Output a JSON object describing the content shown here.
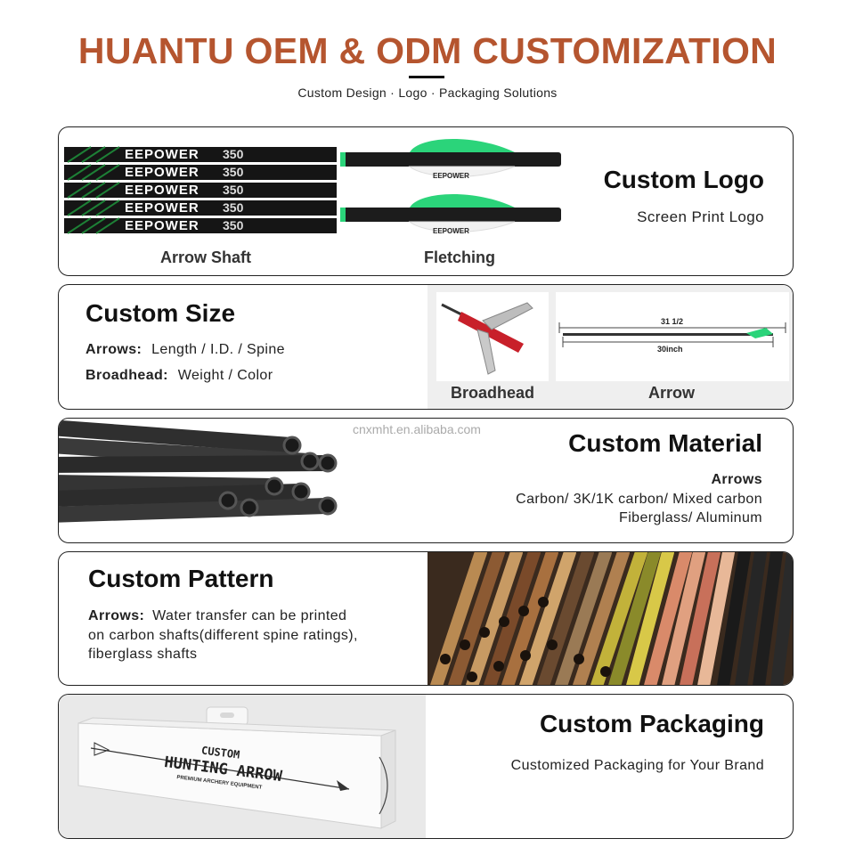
{
  "header": {
    "title": "HUANTU OEM & ODM CUSTOMIZATION",
    "subtitle": "Custom Design · Logo · Packaging Solutions"
  },
  "logo_card": {
    "title": "Custom Logo",
    "desc": "Screen Print Logo",
    "caption_shaft": "Arrow Shaft",
    "caption_fletching": "Fletching",
    "shaft_brand": "EEPOWER",
    "shaft_spine": "350",
    "fletch_brand": "EEPOWER"
  },
  "size_card": {
    "title": "Custom Size",
    "arrows_label": "Arrows:",
    "arrows_text": "Length / I.D. / Spine",
    "broadhead_label": "Broadhead:",
    "broadhead_text": "Weight / Color",
    "caption_broadhead": "Broadhead",
    "caption_arrow": "Arrow",
    "dim_total": "31 1/2",
    "dim_shaft": "30inch"
  },
  "material_card": {
    "title": "Custom Material",
    "subtitle": "Arrows",
    "line1": "Carbon/ 3K/1K carbon/ Mixed carbon",
    "line2": "Fiberglass/ Aluminum",
    "watermark": "cnxmht.en.alibaba.com"
  },
  "pattern_card": {
    "title": "Custom Pattern",
    "arrows_label": "Arrows:",
    "line1": "Water transfer can be printed",
    "line2": "on carbon shafts(different spine ratings),",
    "line3": "fiberglass shafts"
  },
  "packaging_card": {
    "title": "Custom Packaging",
    "desc": "Customized Packaging for Your Brand",
    "box_line1": "CUSTOM",
    "box_line2": "HUNTING ARROW",
    "box_line3": "PREMIUM ARCHERY EQUIPMENT"
  },
  "colors": {
    "title": "#b5552f",
    "text": "#111111",
    "border": "#222222",
    "fletch_green": "#2bd47a"
  }
}
